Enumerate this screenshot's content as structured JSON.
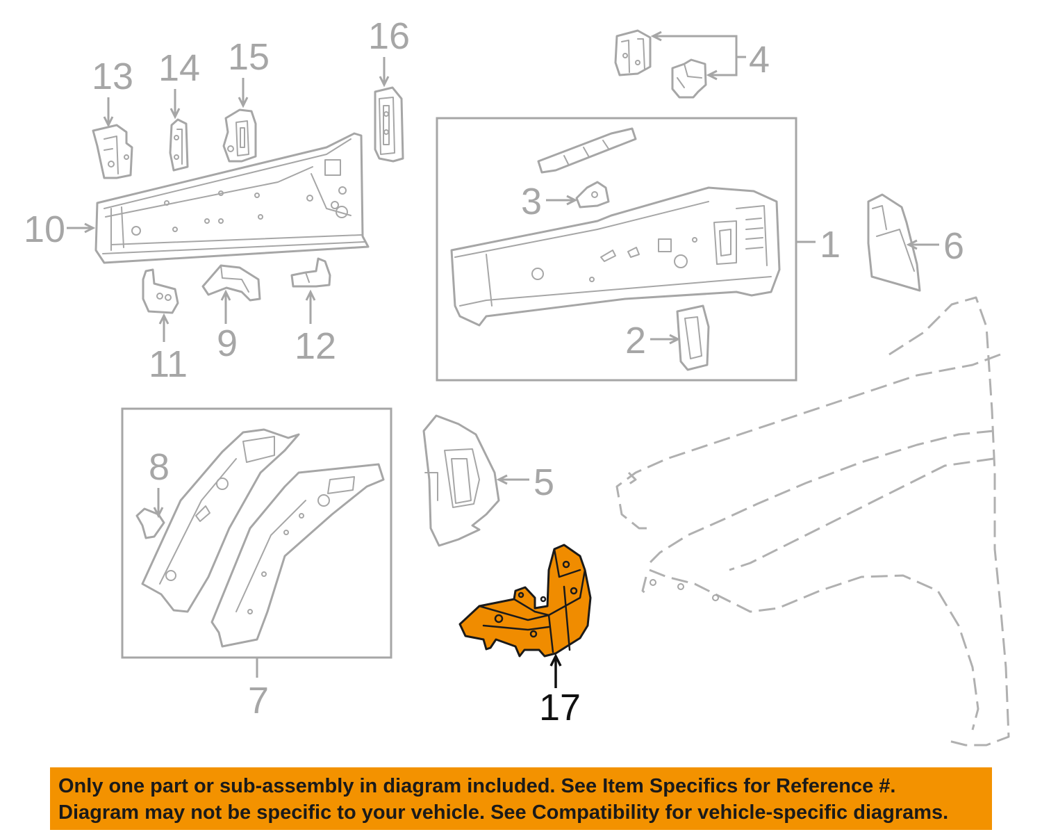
{
  "callouts": {
    "c1": "1",
    "c2": "2",
    "c3": "3",
    "c4": "4",
    "c5": "5",
    "c6": "6",
    "c7": "7",
    "c8": "8",
    "c9": "9",
    "c10": "10",
    "c11": "11",
    "c12": "12",
    "c13": "13",
    "c14": "14",
    "c15": "15",
    "c16": "16",
    "c17": "17"
  },
  "highlighted_part": "17",
  "colors": {
    "highlight_fill": "#f08c00",
    "line_gray": "#a6a6a6",
    "banner": "#f39200"
  },
  "disclaimer": {
    "line1": "Only one part or sub-assembly in diagram included. See Item Specifics for Reference #.",
    "line2": "Diagram may not be specific to your vehicle. See Compatibility for vehicle-specific diagrams."
  }
}
